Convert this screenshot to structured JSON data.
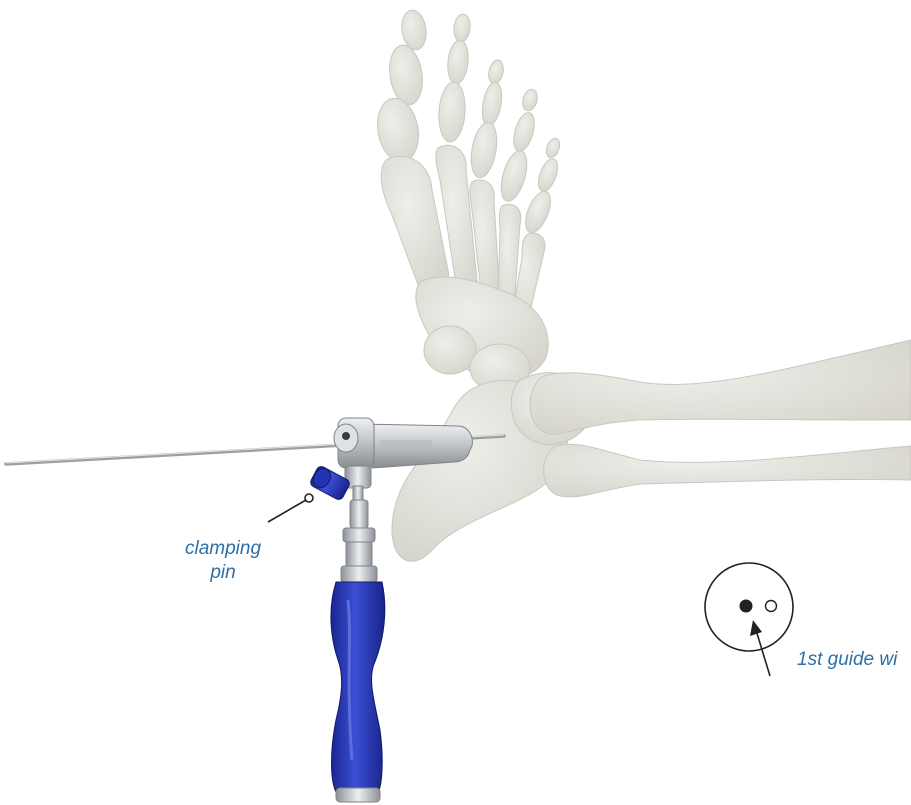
{
  "annotations": {
    "clamping_pin": {
      "line1": "clamping",
      "line2": "pin"
    },
    "guide_wire": {
      "text": "1st guide wi"
    }
  },
  "colors": {
    "bone": "#e7e6e0",
    "bone_shadow": "#cdccc4",
    "metal": "#c7cbcf",
    "metal_dark": "#8d9297",
    "handle_blue": "#2a3ab8",
    "label_blue": "#2e6fa6",
    "line": "#222222"
  },
  "icons": [
    "foot-skeleton",
    "aiming-device",
    "guide-wire",
    "handle",
    "clamping-pin-knob",
    "hole-position-indicator"
  ]
}
